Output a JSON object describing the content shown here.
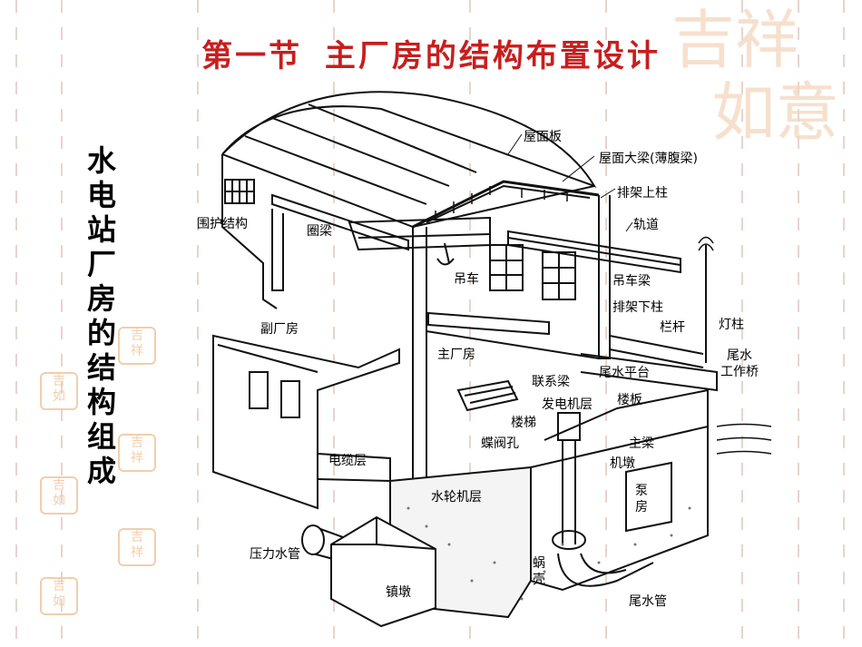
{
  "title": "第一节  主厂房的结构布置设计",
  "side_title": "水电站厂房的结构组成",
  "labels": {
    "roof_panel": "屋面板",
    "roof_beam": "屋面大梁(薄腹梁)",
    "upper_column": "排架上柱",
    "enclosure": "围护结构",
    "ring_beam": "圈梁",
    "track": "轨道",
    "crane": "吊车",
    "crane_beam": "吊车梁",
    "lower_column": "排架下柱",
    "aux_building": "副厂房",
    "railing": "栏杆",
    "light_pole": "灯柱",
    "main_building": "主厂房",
    "tailwater_platform": "尾水平台",
    "tailwater_bridge": "尾水\n工作桥",
    "tie_beam": "联系梁",
    "generator_floor": "发电机层",
    "floor_slab": "楼板",
    "stairs": "楼梯",
    "butterfly_valve": "蝶阀孔",
    "main_beam": "主梁",
    "cable_floor": "电缆层",
    "pier": "机墩",
    "turbine_floor": "水轮机层",
    "pump_room": "泵\n房",
    "penstock": "压力水管",
    "spiral_case": "蜗\n壳",
    "anchor_block": "镇墩",
    "draft_tube": "尾水管"
  },
  "seals": [
    "吉祥",
    "如意"
  ]
}
